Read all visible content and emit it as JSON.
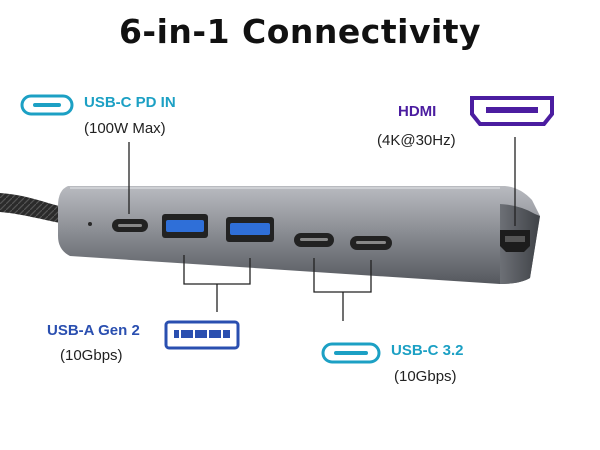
{
  "title": "6-in-1 Connectivity",
  "ports": {
    "usb_c_pd": {
      "label": "USB-C PD IN",
      "detail": "(100W Max)",
      "color": "#1ca0c4",
      "icon": "usb-c-port-icon"
    },
    "usb_a": {
      "label": "USB-A Gen 2",
      "detail": "(10Gbps)",
      "color": "#2a4fb0",
      "icon": "usb-a-port-icon"
    },
    "usb_c_32": {
      "label": "USB-C 3.2",
      "detail": "(10Gbps)",
      "color": "#1ca0c4",
      "icon": "usb-c-port-icon"
    },
    "hdmi": {
      "label": "HDMI",
      "detail": "(4K@30Hz)",
      "color": "#4b1da0",
      "icon": "hdmi-port-icon"
    }
  }
}
